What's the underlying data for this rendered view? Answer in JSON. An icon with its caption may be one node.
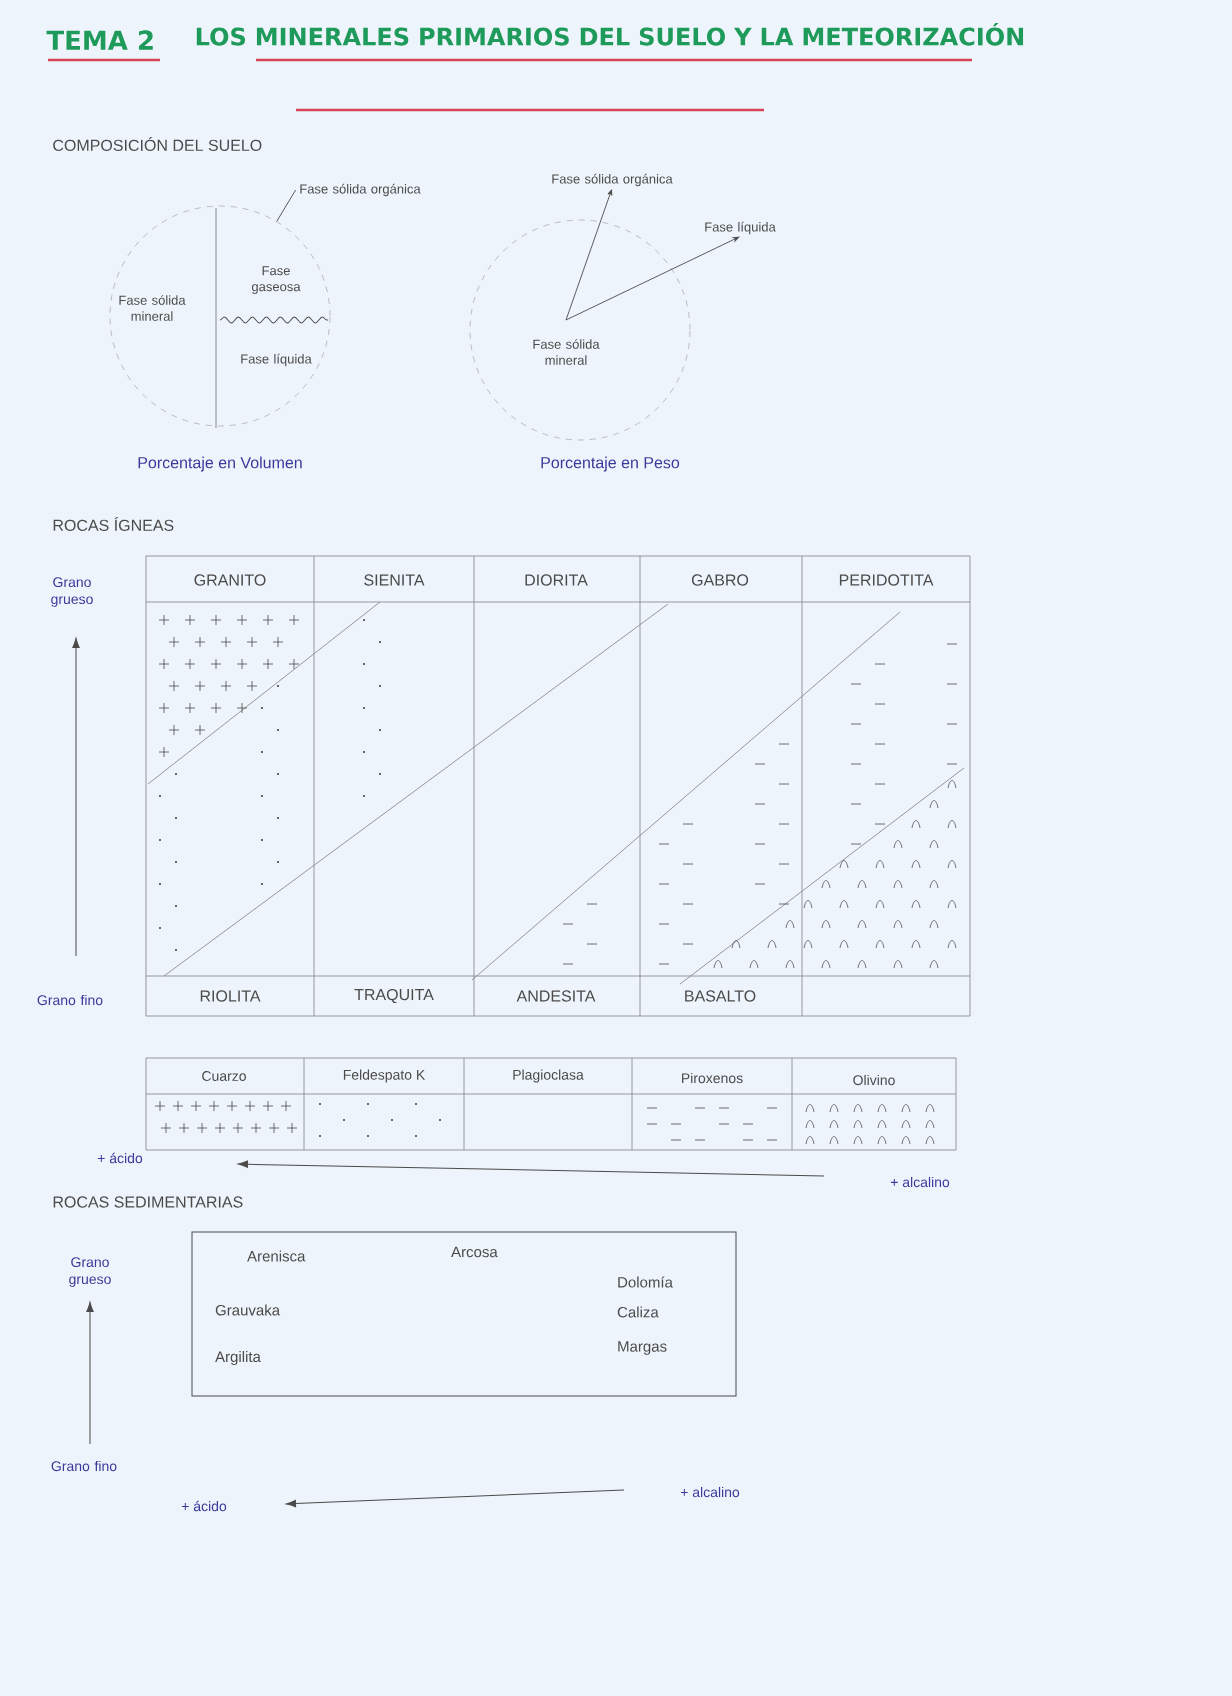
{
  "diagram": {
    "title": "LOS MINERALES PRIMARIOS DEL SUELO Y LA METEORIZACIÓN",
    "nodes": [
      {
        "text": [
          "Fase sólida mineral",
          "Fase gaseosa",
          "Fase líquida"
        ],
        "beside": [
          "Porcentaje en Volumen"
        ]
      },
      {
        "text": [
          "Fase sólida orgánica"
        ]
      },
      {
        "text": [
          "Fase sólida mineral"
        ],
        "beside": [
          "Porcentaje en Peso"
        ]
      },
      {
        "text": [
          "Fase sólida orgánica"
        ]
      },
      {
        "text": [
          "Fase líquida"
        ]
      },
      {
        "text": [
          "Arenisca",
          "Arcosa",
          "Dolomía",
          "Grauvaka",
          "Caliza",
          "Argilita",
          "Margas"
        ]
      }
    ],
    "edges": [
      {
        "from": 1,
        "to": 0,
        "arrow": "none"
      },
      {
        "from": 2,
        "to": 3,
        "arrow": "to"
      },
      {
        "from": 2,
        "to": 4,
        "arrow": "to"
      }
    ],
    "labels": [
      "TEMA 2",
      "COMPOSICIÓN DEL SUELO",
      "ROCAS ÍGNEAS",
      "Grano grueso",
      "GRANITO",
      "SIENITA",
      "DIORITA",
      "GABRO",
      "PERIDOTITA",
      "Grano fino",
      "RIOLITA",
      "TRAQUITA",
      "ANDESITA",
      "BASALTO",
      "Cuarzo",
      "Feldespato K",
      "Plagioclasa",
      "Piroxenos",
      "Olivino",
      "+ ácido",
      "+ alcalino",
      "ROCAS SEDIMENTARIAS",
      "Grano grueso",
      "Grano fino",
      "+ ácido",
      "+ alcalino"
    ]
  }
}
